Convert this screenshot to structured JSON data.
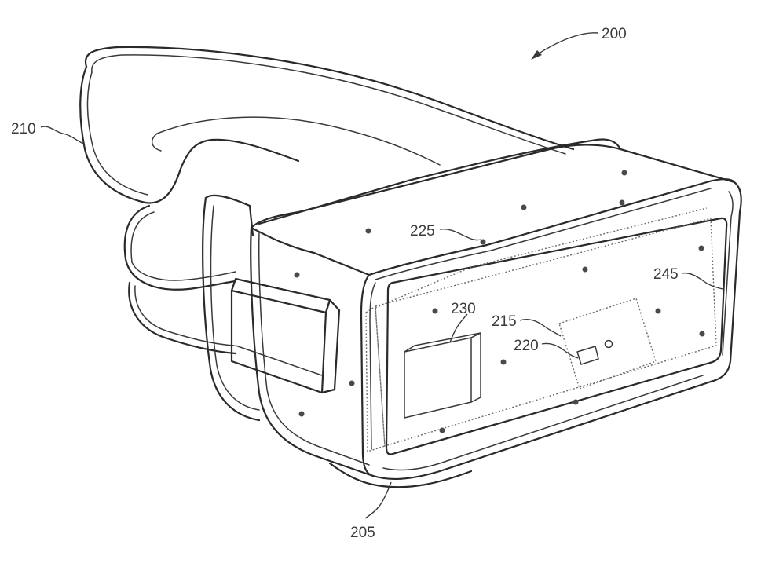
{
  "figure": {
    "labels": {
      "hmd": "200",
      "front_rigid_body": "205",
      "band": "210",
      "position_sensors": "215",
      "imu": "220",
      "locators": "225",
      "hmd_controller": "230",
      "front_side": "245"
    }
  }
}
